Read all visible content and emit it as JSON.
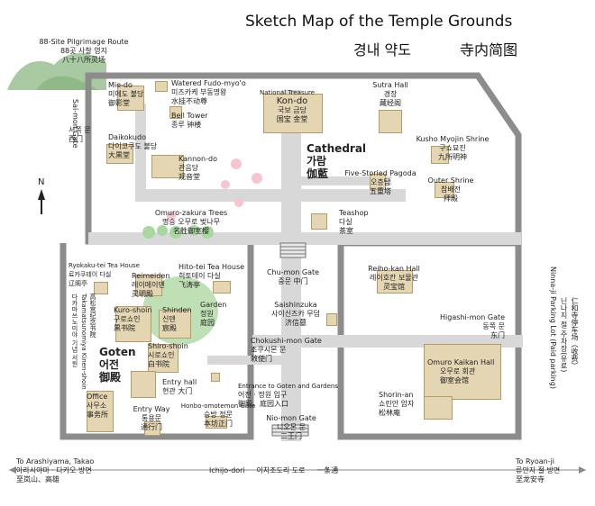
{
  "title": "Sketch Map of the Temple Grounds",
  "title_ko": "경내 약도",
  "title_zh": "寺内简图",
  "compass": "N",
  "colors": {
    "path": "#d8d8d8",
    "wall": "#8c8c8c",
    "building": "#e4d6b3",
    "hills": "#a8c9a2",
    "garden": "#bfe0b5",
    "blossom": "#f5c6cf"
  },
  "labels": {
    "pilgrimage": [
      "88-Site Pilgrimage Route",
      "88곳 사찰 영지",
      "八十八所灵场"
    ],
    "miedo": [
      "Mie-do",
      "미에도 불당",
      "御影堂"
    ],
    "watered": [
      "Watered Fudo-myo'o",
      "미즈카케 부동명왕",
      "水挂不动尊"
    ],
    "belltower": [
      "Bell Tower",
      "종루  钟楼"
    ],
    "natl": "National Treasure",
    "kondo": [
      "Kon-do",
      "국보",
      "금당",
      "国宝",
      "金堂"
    ],
    "sutra": [
      "Sutra Hall",
      "경장",
      "藏经阁"
    ],
    "saimon": [
      "Sai-mon Gate",
      "서쪽 문",
      "西门"
    ],
    "daikokudo": [
      "Daikokudo",
      "다이코쿠도 불당",
      "大黒堂"
    ],
    "kannon": [
      "Kannon-do",
      "관음당",
      "观音堂"
    ],
    "cathedral": [
      "Cathedral",
      "가람",
      "伽藍"
    ],
    "kusho": [
      "Kusho Myojin Shrine",
      "구쇼묘진",
      "九所明神"
    ],
    "pagoda": [
      "Five-Storied Pagoda",
      "오층탑",
      "五重塔"
    ],
    "outer": [
      "Outer Shrine",
      "참배전",
      "拜殿"
    ],
    "omuro": [
      "Omuro-zakura Trees",
      "명승 오무로 벚나무",
      "名胜御室樱"
    ],
    "teashop": [
      "Teashop",
      "다실",
      "茶室"
    ],
    "ryokaku": [
      "Ryokaku-tei Tea House",
      "료카쿠테이 다실",
      "辽阁亭"
    ],
    "reimeiden": [
      "Reimeiden",
      "레이메이덴",
      "灵明殿"
    ],
    "hitotei": [
      "Hito-tei Tea House",
      "히토테이 다실",
      "飞涛亭"
    ],
    "chumon": [
      "Chu-mon Gate",
      "중문",
      "中门"
    ],
    "reihokan": [
      "Reiho-kan Hall",
      "레이호칸 보물관",
      "灵宝馆"
    ],
    "ninna": "Ninna-ji Parking Lot (Paid parking)",
    "ninna_ko": "닌나지 절 주차장(유료)",
    "ninna_zh": "仁和寺停车场（收费）",
    "takamatsu": [
      "Takamatsunomiya Kinen-shoin",
      "다카마쓰노미야 기념 서원",
      "高松宫纪念书院"
    ],
    "kuro": [
      "Kuro-shoin",
      "구로쇼인",
      "黒书院"
    ],
    "shinden": [
      "Shinden",
      "신덴",
      "宸殿"
    ],
    "garden": [
      "Garden",
      "정원",
      "庭园"
    ],
    "saishin": [
      "Saishinzuka",
      "사이신즈카 무덤",
      "济信墓"
    ],
    "higashi": [
      "Higashi-mon Gate",
      "동쪽 문",
      "东门"
    ],
    "goten": [
      "Goten",
      "어전",
      "御殿"
    ],
    "shiro": [
      "Shiro-shoin",
      "시로쇼인",
      "白书院"
    ],
    "chokushi": [
      "Chokushi-mon Gate",
      "조쿠시몬 문",
      "敕使门"
    ],
    "omuro_kaikan": [
      "Omuro Kaikan Hall",
      "오무로 회관",
      "御室会馆"
    ],
    "office": [
      "Office",
      "사무소",
      "事务所"
    ],
    "entryhall": [
      "Entry hall",
      "현관  大门"
    ],
    "entrance": [
      "Entrance to Goten and Gardens",
      "어전 · 정원 입구",
      "御殿、庭园入口"
    ],
    "shorin": [
      "Shorin-an",
      "쇼린안 암자",
      "松林庵"
    ],
    "entryway": [
      "Entry Way",
      "통용문",
      "通行门"
    ],
    "honbo": [
      "Honbo-omotemon Gate",
      "승방 정문",
      "本坊正门"
    ],
    "niomon": [
      "Nio-mon Gate",
      "니오몬 문",
      "二王门"
    ],
    "arashiyama": [
      "To Arashiyama, Takao",
      "아라시야마 · 다카오 방면",
      "至岚山、高雄"
    ],
    "ichijo": [
      "Ichijo-dori",
      "이치조도리 도로",
      "一条通"
    ],
    "ryoanji": [
      "To Ryoan-ji",
      "류안지 절 방면",
      "至龙安寺"
    ]
  }
}
